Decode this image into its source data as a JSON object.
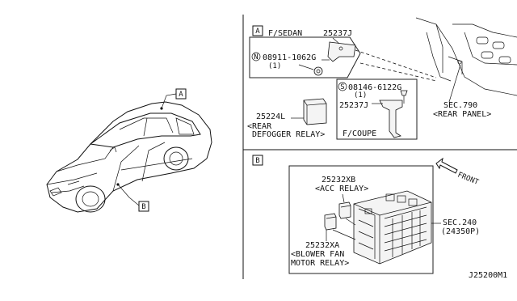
{
  "car_view": {
    "callout_a": "A",
    "callout_b": "B"
  },
  "section_a": {
    "letter": "A",
    "fsedan_label": "F/SEDAN",
    "bracket_part": "25237J",
    "nut_symbol": "N",
    "nut_part": "08911-1062G",
    "nut_qty": "(1)",
    "screw_symbol": "S",
    "screw_part": "08146-6122G",
    "screw_qty": "(1)",
    "coupe_bracket_part": "25237J",
    "fcoupe_label": "F/COUPE",
    "relay_part": "25224L",
    "relay_name_line1": "<REAR",
    "relay_name_line2": "DEFOGGER RELAY>",
    "sec_ref": "SEC.790",
    "sec_name": "<REAR PANEL>"
  },
  "section_b": {
    "letter": "B",
    "front_label": "FRONT",
    "acc_part": "25232XB",
    "acc_name": "<ACC RELAY>",
    "sec_ref": "SEC.240",
    "sec_sub": "(24350P)",
    "blower_part": "25232XA",
    "blower_name_line1": "<BLOWER FAN",
    "blower_name_line2": "MOTOR RELAY>"
  },
  "diagram_code": "J25200M1"
}
